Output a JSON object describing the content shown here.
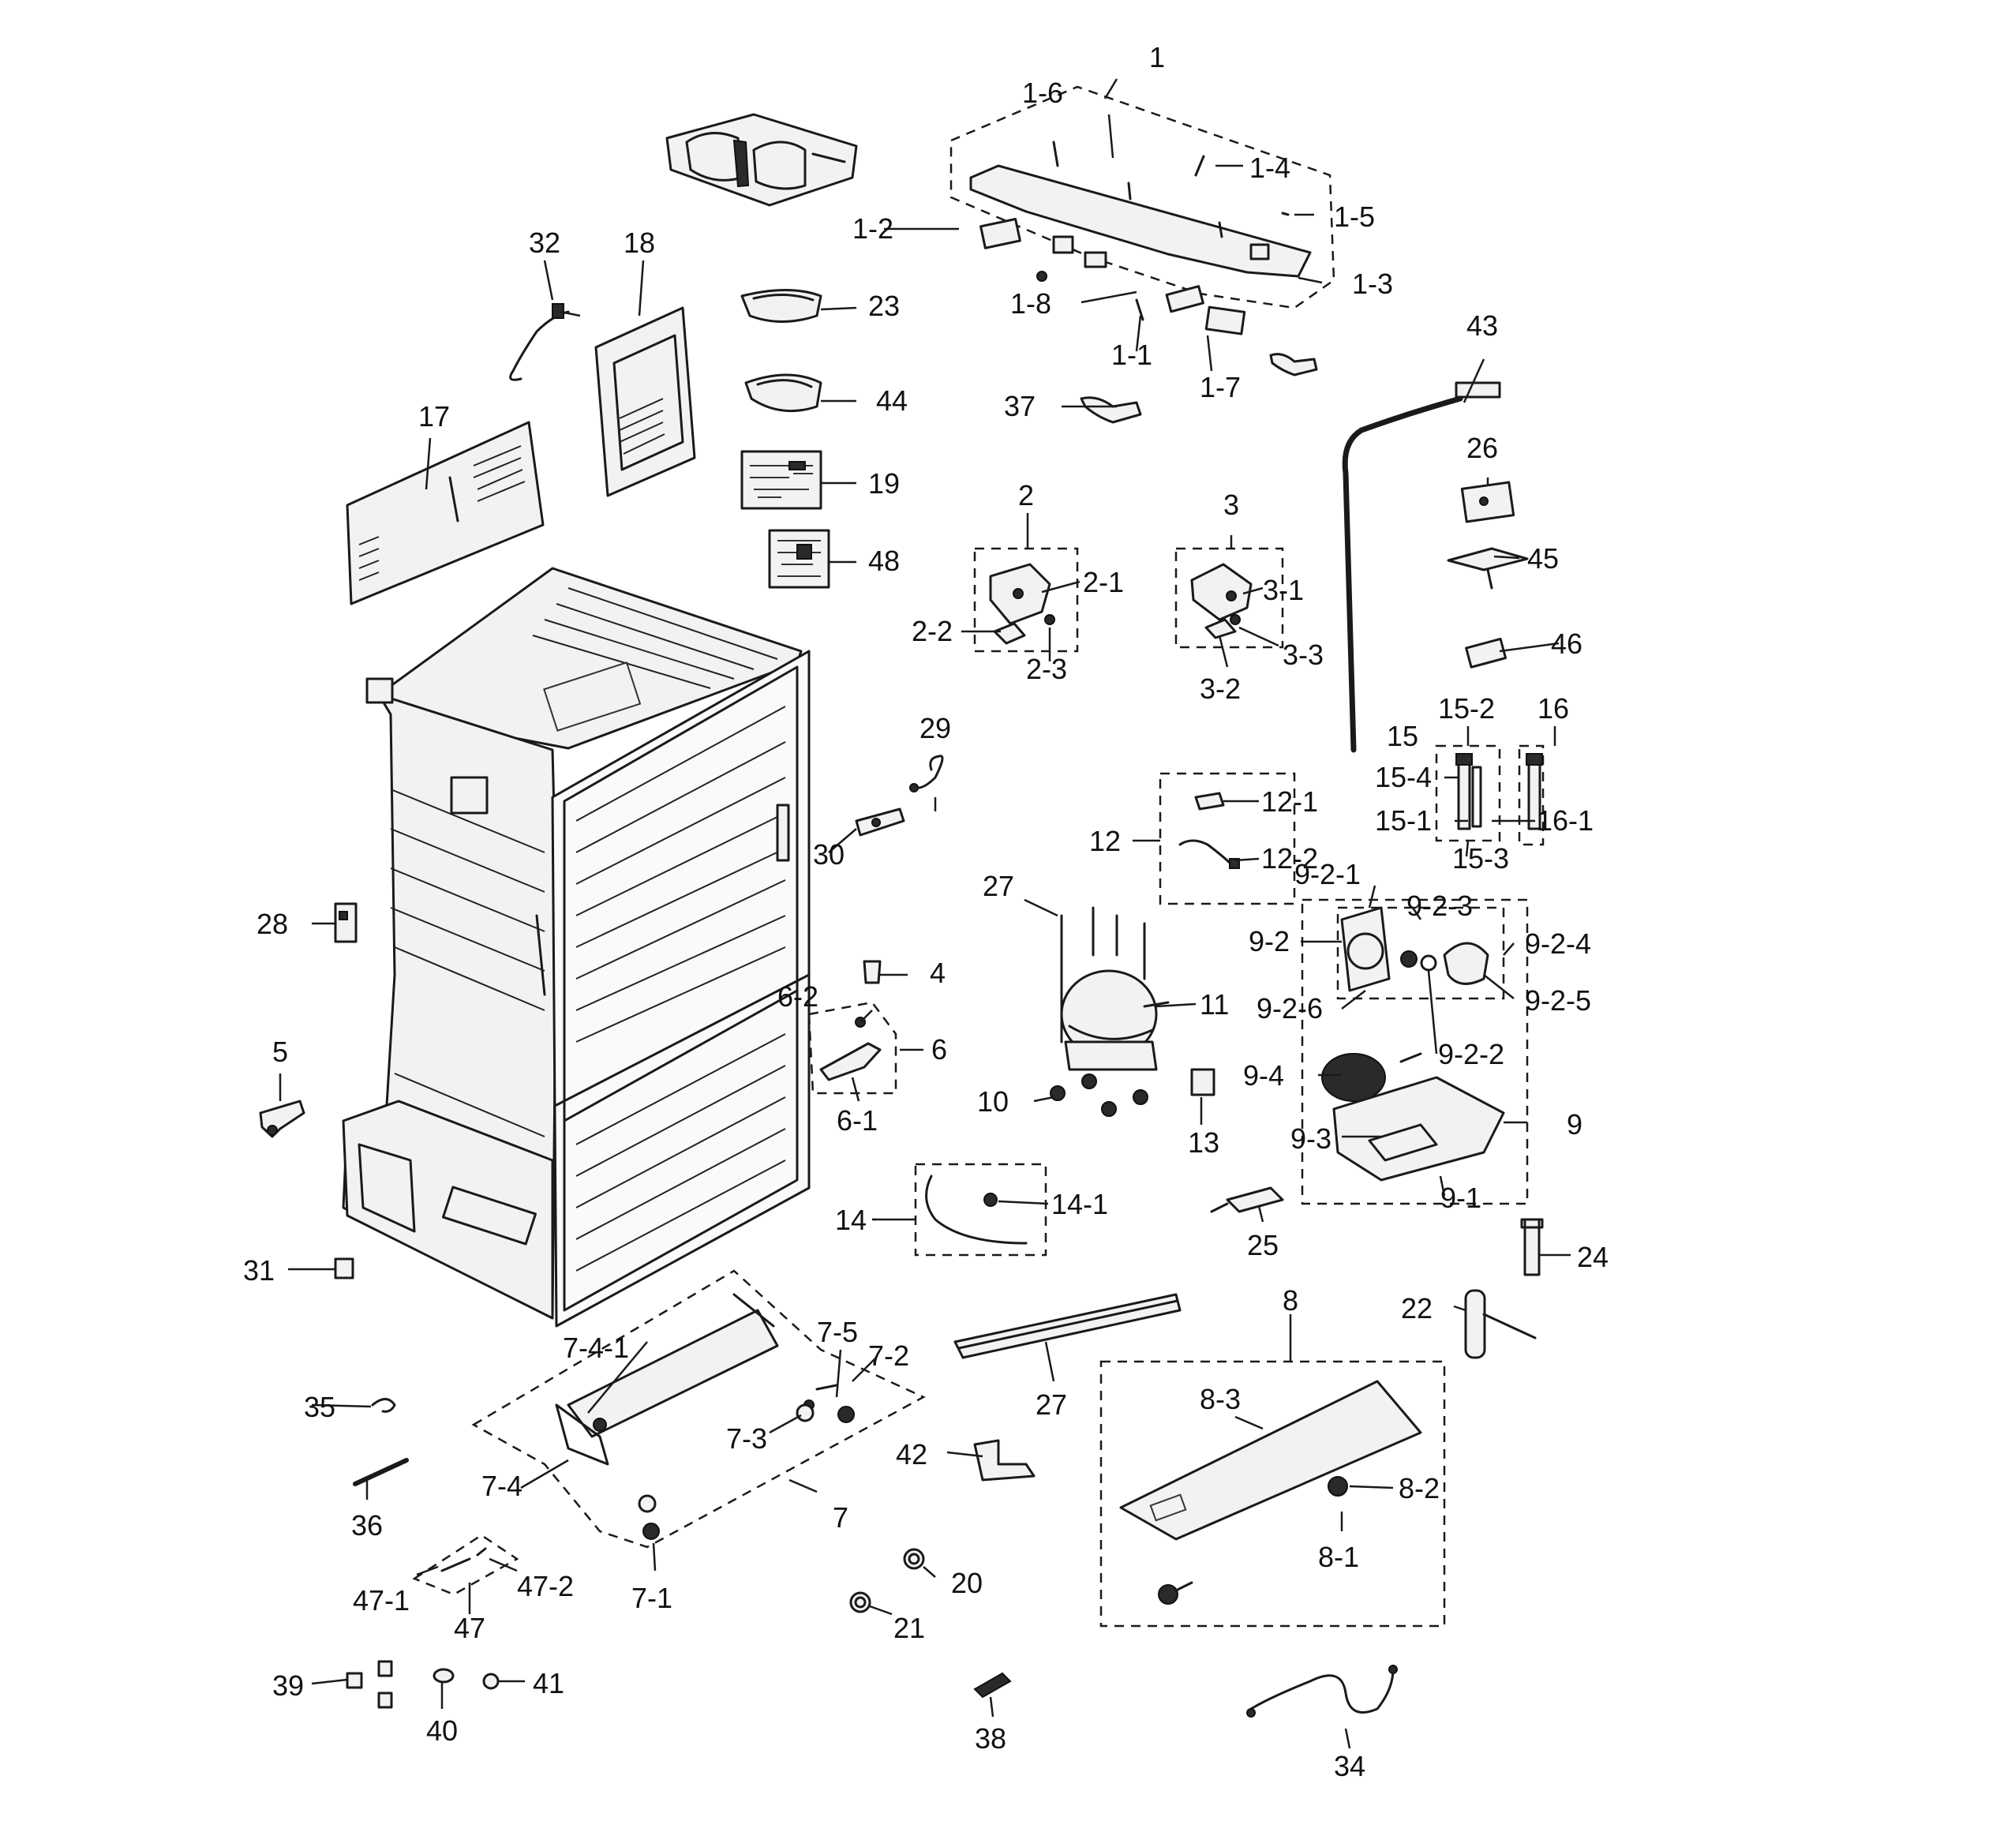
{
  "callouts": [
    "1",
    "1-1",
    "1-2",
    "1-3",
    "1-4",
    "1-5",
    "1-6",
    "1-7",
    "1-8",
    "2",
    "2-1",
    "2-2",
    "2-3",
    "3",
    "3-1",
    "3-2",
    "3-3",
    "4",
    "5",
    "6",
    "6-1",
    "6-2",
    "7",
    "7-1",
    "7-2",
    "7-3",
    "7-4",
    "7-4-1",
    "7-5",
    "8",
    "8-1",
    "8-2",
    "8-3",
    "9",
    "9-1",
    "9-2",
    "9-2-1",
    "9-2-2",
    "9-2-3",
    "9-2-4",
    "9-2-5",
    "9-2-6",
    "9-3",
    "9-4",
    "10",
    "11",
    "12",
    "12-1",
    "12-2",
    "13",
    "14",
    "14-1",
    "15",
    "15-1",
    "15-2",
    "15-3",
    "15-4",
    "16",
    "16-1",
    "17",
    "18",
    "19",
    "20",
    "21",
    "22",
    "23",
    "24",
    "25",
    "26",
    "27",
    "27",
    "28",
    "29",
    "30",
    "31",
    "32",
    "34",
    "35",
    "36",
    "37",
    "38",
    "39",
    "40",
    "41",
    "42",
    "43",
    "44",
    "45",
    "46",
    "47",
    "47-1",
    "47-2",
    "48"
  ]
}
